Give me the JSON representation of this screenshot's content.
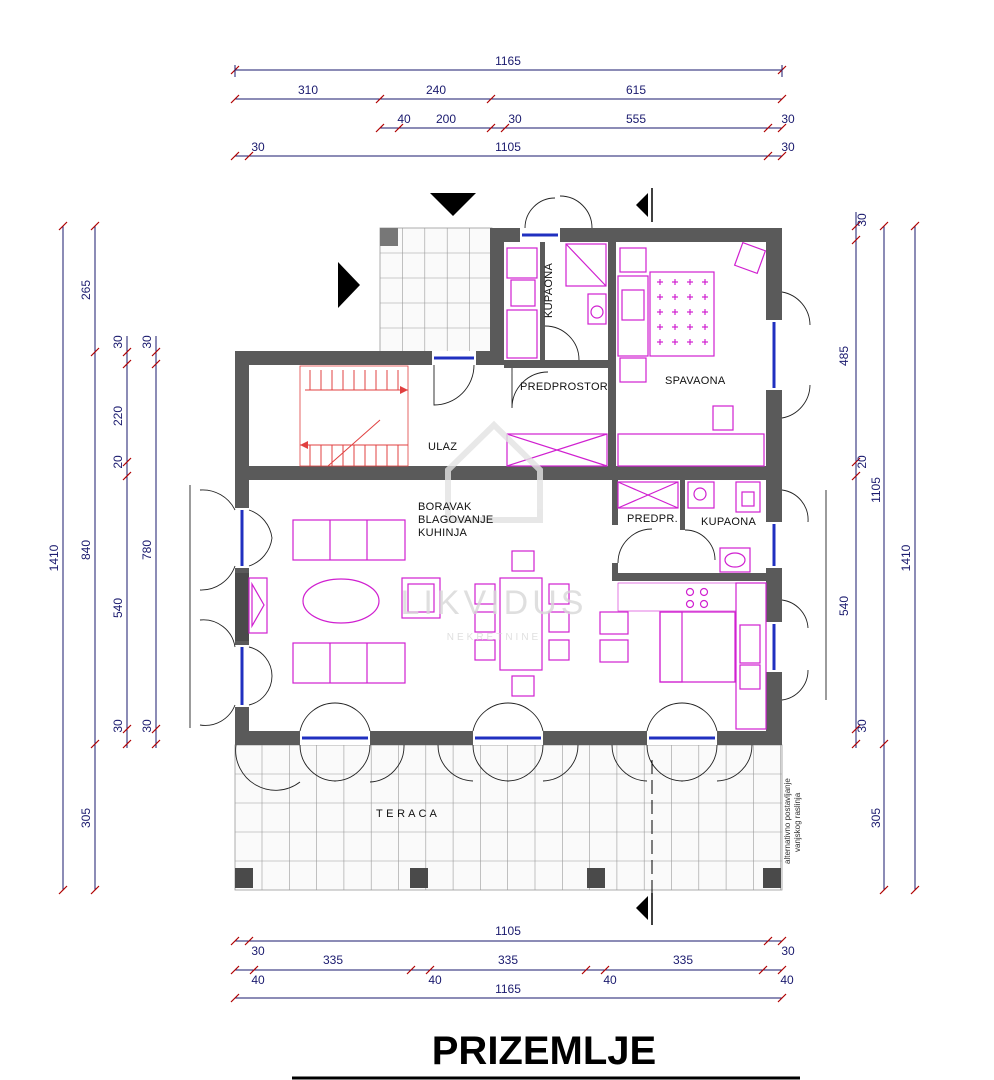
{
  "dimensions": {
    "top": {
      "total_1": "1165",
      "seg_310": "310",
      "seg_240": "240",
      "seg_615": "615",
      "off_40": "40",
      "seg_200": "200",
      "off_30a": "30",
      "seg_555": "555",
      "off_30b": "30",
      "off_30c": "30",
      "inner_1105": "1105",
      "off_30d": "30"
    },
    "bottom": {
      "off_30a": "30",
      "inner_1105": "1105",
      "off_30b": "30",
      "off_40a": "40",
      "seg_335a": "335",
      "off_40b": "40",
      "seg_335b": "335",
      "off_40c": "40",
      "seg_335c": "335",
      "off_40d": "40",
      "total_1165": "1165"
    },
    "left": {
      "total_1410": "1410",
      "seg_265": "265",
      "seg_840": "840",
      "seg_305": "305",
      "off_30a": "30",
      "off_30b": "30",
      "seg_220": "220",
      "off_20": "20",
      "seg_780": "780",
      "seg_540": "540",
      "off_30c": "30",
      "off_30d": "30"
    },
    "right": {
      "off_30a": "30",
      "seg_485": "485",
      "off_20": "20",
      "seg_540": "540",
      "off_30b": "30",
      "seg_305": "305",
      "total_1105": "1105",
      "total_1410": "1410"
    }
  },
  "rooms": {
    "kupaona_top": "KUPAONA",
    "spavaona": "SPAVAONA",
    "predprostor": "PREDPROSTOR",
    "ulaz": "ULAZ",
    "boravak_1": "BORAVAK",
    "boravak_2": "BLAGOVANJE",
    "boravak_3": "KUHINJA",
    "predpr": "PREDPR.",
    "kupaona_bottom": "KUPAONA",
    "teraca": "T E R A C A"
  },
  "notes": {
    "line_1": "alternativno postavljanje",
    "line_2": "vanjskog raslinja"
  },
  "watermark": {
    "main": "LIKVIDUS",
    "sub": "NEKRETNINE"
  },
  "title": "PRIZEMLJE",
  "colors": {
    "walls": "#5a5a5a",
    "furniture": "#d020d0",
    "dimension_lines": "#1a1a6e",
    "windows": "#2030c0",
    "stairs": "#e04040"
  }
}
